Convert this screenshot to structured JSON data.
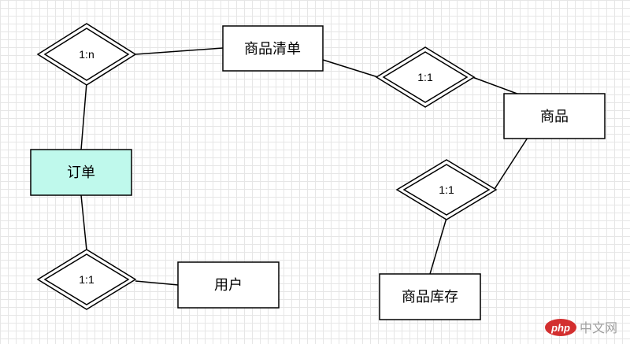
{
  "diagram": {
    "entities": [
      {
        "id": "order",
        "label": "订单",
        "fill": "#bff9ec"
      },
      {
        "id": "order_list",
        "label": "商品清单",
        "fill": "#ffffff"
      },
      {
        "id": "product",
        "label": "商品",
        "fill": "#ffffff"
      },
      {
        "id": "inventory",
        "label": "商品库存",
        "fill": "#ffffff"
      },
      {
        "id": "user",
        "label": "用户",
        "fill": "#ffffff"
      }
    ],
    "relationships": [
      {
        "id": "rel_order_list",
        "label": "1:n",
        "from": "order",
        "to": "order_list"
      },
      {
        "id": "rel_list_product",
        "label": "1:1",
        "from": "order_list",
        "to": "product"
      },
      {
        "id": "rel_product_inventory",
        "label": "1:1",
        "from": "product",
        "to": "inventory"
      },
      {
        "id": "rel_order_user",
        "label": "1:1",
        "from": "order",
        "to": "user"
      }
    ]
  },
  "watermark": {
    "logo_text": "php",
    "text": "中文网",
    "color": "#d32f2f"
  }
}
